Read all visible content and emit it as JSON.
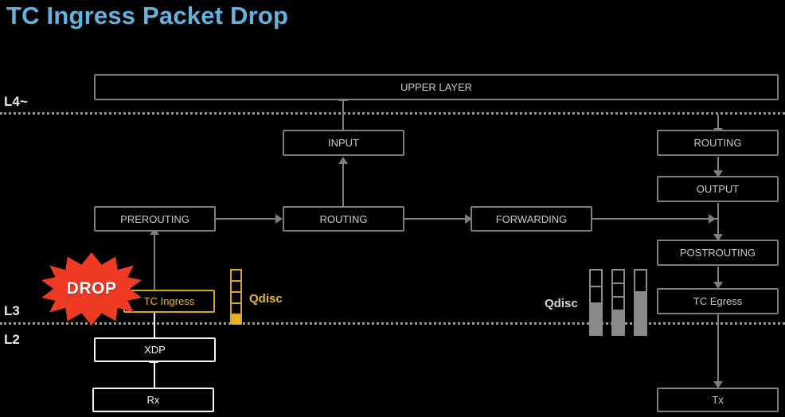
{
  "title": "TC Ingress Packet Drop",
  "theme": {
    "background": "#000000",
    "title_color": "#63b3e0",
    "box_border": "#7d7d7d",
    "box_text": "#c9c9c9",
    "highlight_border": "#d9a520",
    "highlight_text": "#e8b733",
    "white_box": "#f2f2f2",
    "drop_fill": "#ef3b24",
    "drop_text": "#ffffff",
    "qdisc_gray": "#8a8a8a"
  },
  "layers": [
    {
      "label": "L4~"
    },
    {
      "label": "L3"
    },
    {
      "label": "L2"
    }
  ],
  "nodes": {
    "upper_layer": "UPPER LAYER",
    "input": "INPUT",
    "prerouting": "PREROUTING",
    "routing_left": "ROUTING",
    "forwarding": "FORWARDING",
    "routing_right": "ROUTING",
    "output": "OUTPUT",
    "postrouting": "POSTROUTING",
    "tc_ingress": "TC Ingress",
    "tc_egress": "TC Egress",
    "xdp": "XDP",
    "rx": "Rx",
    "tx": "Tx"
  },
  "annotations": {
    "drop": "DROP",
    "qdisc_left": "Qdisc",
    "qdisc_right": "Qdisc"
  },
  "qdisc_left": {
    "cells": 5,
    "filled_from_bottom": 1
  },
  "qdisc_right": {
    "columns": [
      {
        "cells": 4,
        "fill_ratio": 0.5
      },
      {
        "cells": 5,
        "fill_ratio": 0.34
      },
      {
        "cells": 3,
        "fill_ratio": 0.7
      }
    ]
  }
}
